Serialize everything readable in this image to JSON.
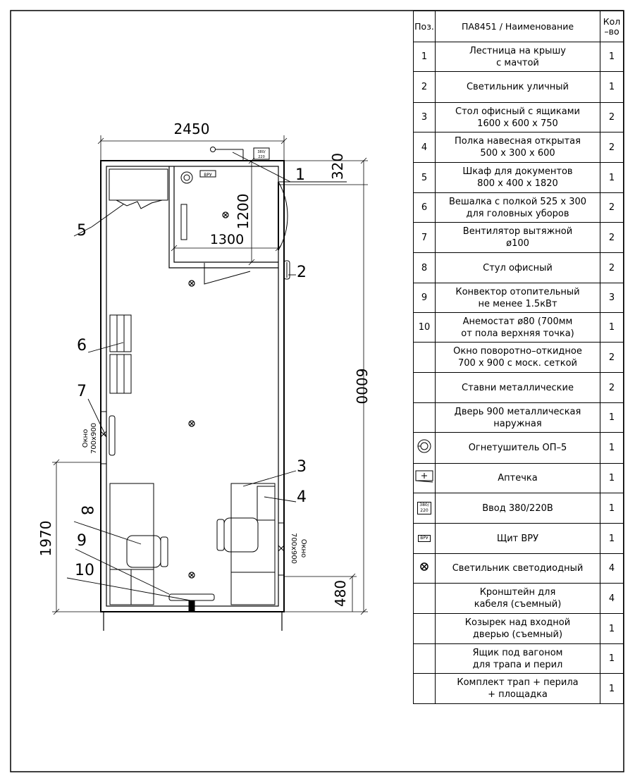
{
  "drawing": {
    "dims": {
      "width": "2450",
      "length": "6000",
      "vestibule_w": "1300",
      "vestibule_h": "1200",
      "d320": "320",
      "d1970": "1970",
      "d480": "480"
    },
    "callouts": {
      "c1": "1",
      "c2": "2",
      "c3": "3",
      "c4": "4",
      "c5": "5",
      "c6": "6",
      "c7": "7",
      "c8": "8",
      "c9": "9",
      "c10": "10"
    },
    "labels": {
      "window_word": "Окно",
      "window_size": "700x900",
      "vru": "ВРУ",
      "vvod_top": "380/",
      "vvod_bot": "220"
    }
  },
  "table": {
    "header": {
      "pos": "Поз.",
      "name": "ПА8451 / Наименование",
      "qty": "Кол\n–во"
    },
    "rows": [
      {
        "pos": "1",
        "name": "Лестница на крышу\nс мачтой",
        "qty": "1",
        "h": 42
      },
      {
        "pos": "2",
        "name": "Светильник уличный",
        "qty": "1",
        "h": 44
      },
      {
        "pos": "3",
        "name": "Стол офисный с ящиками\n1600 x 600 x 750",
        "qty": "2",
        "h": 42
      },
      {
        "pos": "4",
        "name": "Полка навесная открытая\n500 x 300 x 600",
        "qty": "2",
        "h": 43
      },
      {
        "pos": "5",
        "name": "Шкаф для документов\n800 x 400 x 1820",
        "qty": "1",
        "h": 43
      },
      {
        "pos": "6",
        "name": "Вешалка с полкой 525 x 300\nдля головных уборов",
        "qty": "2",
        "h": 42
      },
      {
        "pos": "7",
        "name": "Вентилятор вытяжной\nø100",
        "qty": "2",
        "h": 43
      },
      {
        "pos": "8",
        "name": "Стул офисный",
        "qty": "2",
        "h": 43
      },
      {
        "pos": "9",
        "name": "Конвектор отопительный\nне менее 1.5кВт",
        "qty": "3",
        "h": 42
      },
      {
        "pos": "10",
        "name": "Анемостат ø80 (700мм\nот пола верхняя точка)",
        "qty": "1",
        "h": 42
      },
      {
        "pos": "",
        "name": "Окно поворотно–откидное\n700 x 900 с моск. сеткой",
        "qty": "2",
        "h": 43
      },
      {
        "pos": "",
        "name": "Ставни металлические",
        "qty": "2",
        "h": 43
      },
      {
        "pos": "",
        "name": "Дверь 900 металлическая\nнаружная",
        "qty": "1",
        "h": 42
      },
      {
        "pos": "",
        "icon": "extinguisher-icon",
        "name": "Огнетушитель ОП–5",
        "qty": "1",
        "h": 44
      },
      {
        "pos": "",
        "icon": "first-aid-icon",
        "name": "Аптечка",
        "qty": "1",
        "h": 42
      },
      {
        "pos": "",
        "icon": "power-input-icon",
        "icon_text": "380/\n220",
        "name": "Ввод 380/220В",
        "qty": "1",
        "h": 43
      },
      {
        "pos": "",
        "icon": "vru-panel-icon",
        "icon_text": "ВРУ",
        "name": "Щит ВРУ",
        "qty": "1",
        "h": 43
      },
      {
        "pos": "",
        "icon": "led-light-icon",
        "name": "Светильник светодиодный",
        "qty": "4",
        "h": 42
      },
      {
        "pos": "",
        "name": "Кронштейн для\nкабеля (съемный)",
        "qty": "4",
        "h": 43
      },
      {
        "pos": "",
        "name": "Козырек над входной\nдверью (съемный)",
        "qty": "1",
        "h": 43
      },
      {
        "pos": "",
        "name": "Ящик под вагоном\nдля трапа и перил",
        "qty": "1",
        "h": 42
      },
      {
        "pos": "",
        "name": "Комплект трап + перила\n+ площадка",
        "qty": "1",
        "h": 43
      }
    ]
  }
}
